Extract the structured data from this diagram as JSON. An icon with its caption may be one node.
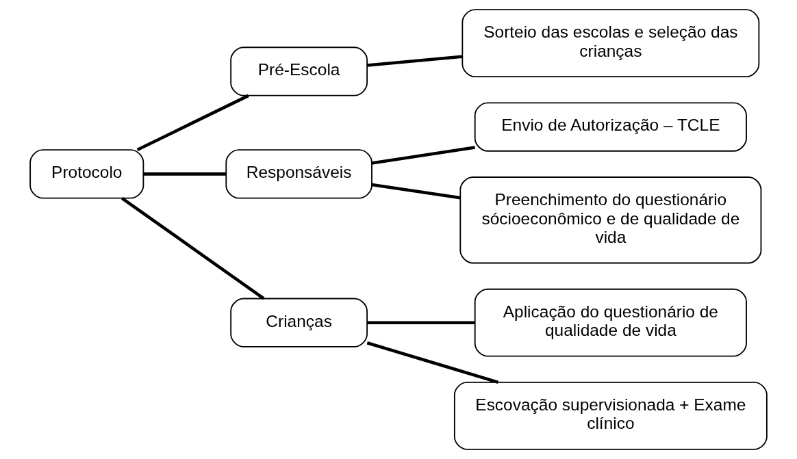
{
  "diagram": {
    "nodes": [
      {
        "text": [
          "Protocolo"
        ]
      },
      {
        "text": [
          "Pré-Escola"
        ]
      },
      {
        "text": [
          "Responsáveis"
        ]
      },
      {
        "text": [
          "Crianças"
        ]
      },
      {
        "text": [
          "Sorteio das escolas e seleção das crianças"
        ]
      },
      {
        "text": [
          "Envio de Autorização – TCLE"
        ]
      },
      {
        "text": [
          "Preenchimento do questionário sócioeconômico e de qualidade de vida"
        ]
      },
      {
        "text": [
          "Aplicação do questionário de qualidade de vida"
        ]
      },
      {
        "text": [
          "Escovação supervisionada + Exame clínico"
        ]
      }
    ],
    "edges": [
      {
        "from": 0,
        "to": 1,
        "arrow": "none"
      },
      {
        "from": 0,
        "to": 2,
        "arrow": "none"
      },
      {
        "from": 0,
        "to": 3,
        "arrow": "none"
      },
      {
        "from": 1,
        "to": 4,
        "arrow": "none"
      },
      {
        "from": 2,
        "to": 5,
        "arrow": "none"
      },
      {
        "from": 2,
        "to": 6,
        "arrow": "none"
      },
      {
        "from": 3,
        "to": 7,
        "arrow": "none"
      },
      {
        "from": 3,
        "to": 8,
        "arrow": "none"
      }
    ]
  }
}
